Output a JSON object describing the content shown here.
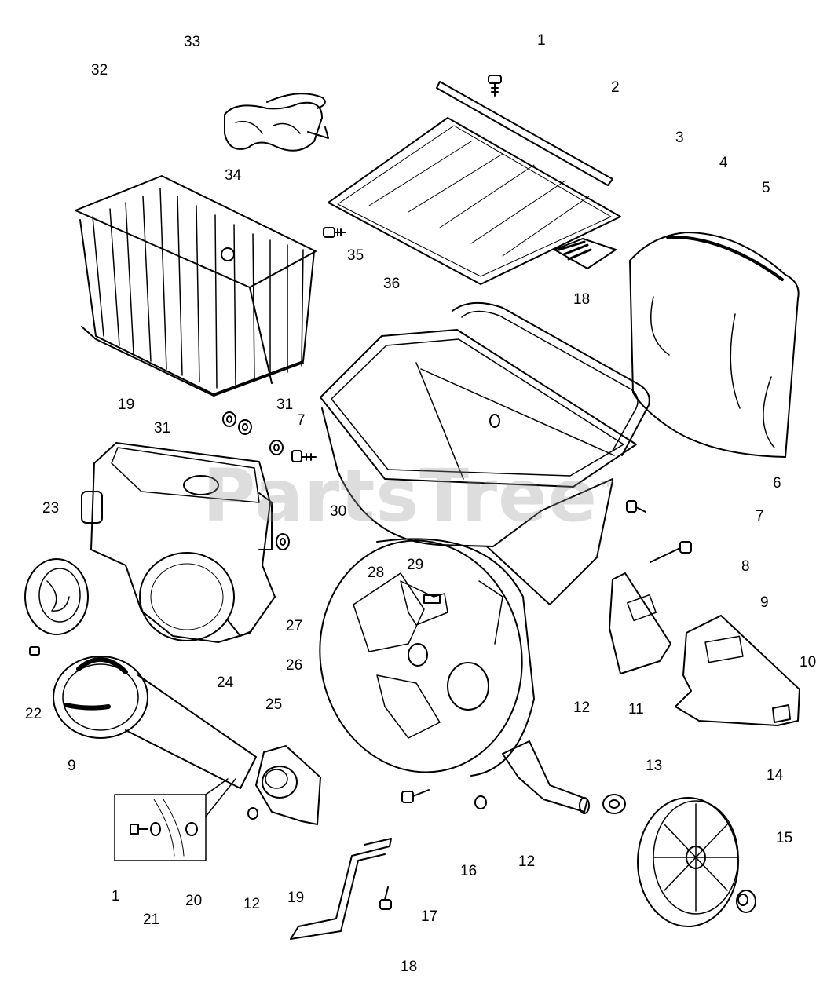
{
  "watermark": {
    "text": "PartsTree",
    "mark": "™"
  },
  "callouts": {
    "c1_top": "1",
    "c2": "2",
    "c3": "3",
    "c4": "4",
    "c5": "5",
    "c6": "6",
    "c7_right": "7",
    "c7_mid": "7",
    "c8": "8",
    "c9_right": "9",
    "c9_left": "9",
    "c10": "10",
    "c11": "11",
    "c12_hopper": "12",
    "c12_bottom": "12",
    "c12_left": "12",
    "c13": "13",
    "c14": "14",
    "c15": "15",
    "c16": "16",
    "c17": "17",
    "c18_top": "18",
    "c18_bottom": "18",
    "c19_top": "19",
    "c19_bottom": "19",
    "c20": "20",
    "c21": "21",
    "c22": "22",
    "c23": "23",
    "c24": "24",
    "c25": "25",
    "c26": "26",
    "c27": "27",
    "c28": "28",
    "c29": "29",
    "c30": "30",
    "c31_a": "31",
    "c31_b": "31",
    "c32": "32",
    "c33": "33",
    "c34": "34",
    "c35": "35",
    "c36": "36",
    "c1_inset": "1"
  },
  "colors": {
    "ink": "#000000",
    "background": "#ffffff",
    "watermark": "#969696"
  }
}
